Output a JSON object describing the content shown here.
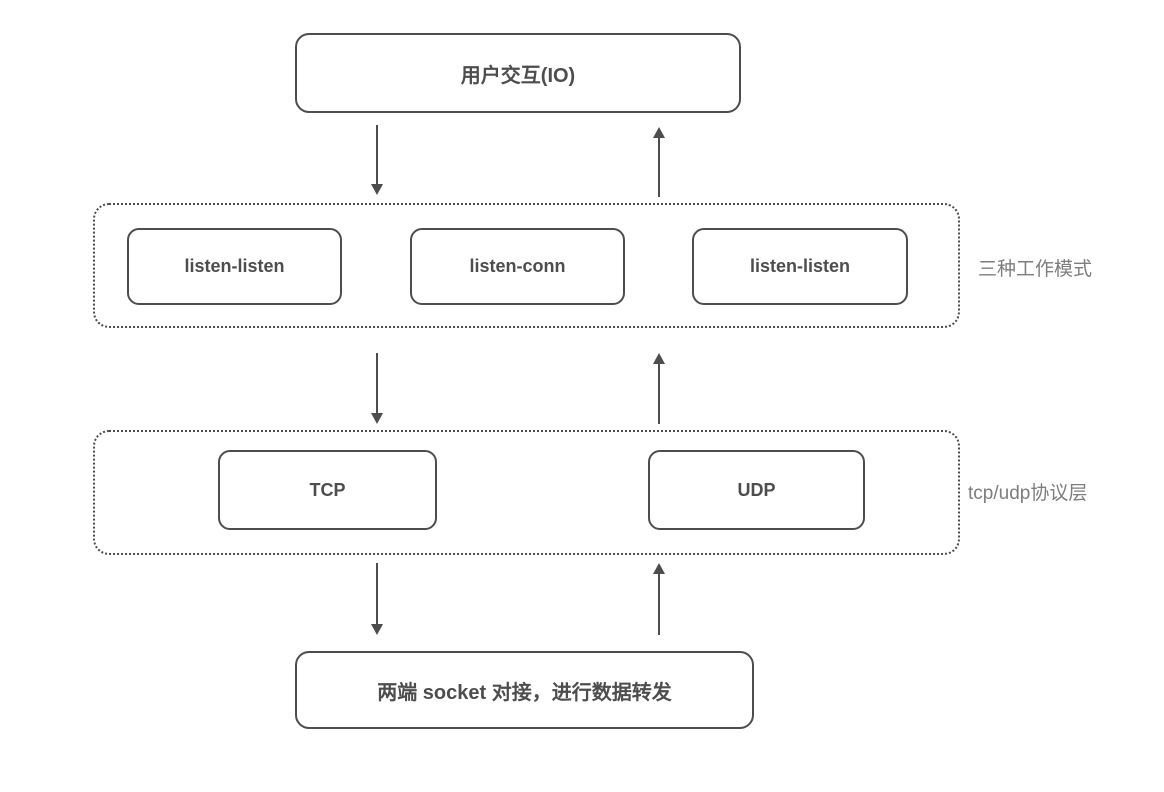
{
  "diagram": {
    "top_node": {
      "label": "用户交互(IO)"
    },
    "modes_layer": {
      "side_label": "三种工作模式",
      "boxes": [
        "listen-listen",
        "listen-conn",
        "listen-listen"
      ]
    },
    "protocol_layer": {
      "side_label": "tcp/udp协议层",
      "boxes": [
        "TCP",
        "UDP"
      ]
    },
    "bottom_node": {
      "label": "两端 socket 对接，进行数据转发"
    },
    "arrows": [
      {
        "id": "io-to-modes",
        "direction": "down"
      },
      {
        "id": "modes-to-io",
        "direction": "up"
      },
      {
        "id": "modes-to-protocol",
        "direction": "down"
      },
      {
        "id": "protocol-to-modes",
        "direction": "up"
      },
      {
        "id": "protocol-to-socket",
        "direction": "down"
      },
      {
        "id": "socket-to-protocol",
        "direction": "up"
      }
    ],
    "colors": {
      "line": "#4d4d4d",
      "box_text": "#4d4d4d",
      "side_label_text": "#7d7d7d",
      "background": "#ffffff"
    }
  }
}
